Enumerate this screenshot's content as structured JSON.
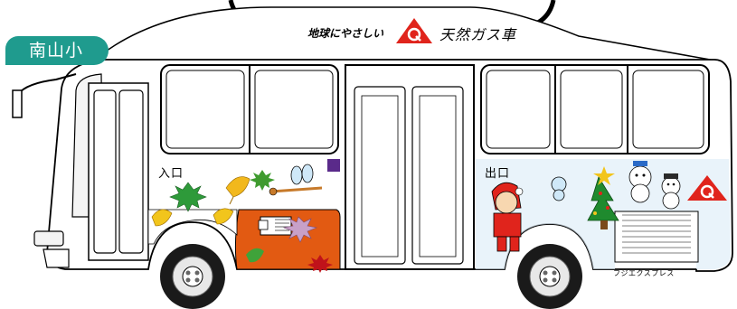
{
  "route_sign": {
    "text": "南山小",
    "color": "#1f9b8e"
  },
  "roof_banner": {
    "slogan": "地球にやさしい",
    "gas_text": "天然ガス車",
    "logo_letter": "Q",
    "logo_color": "#e0241c"
  },
  "doors": {
    "entry_label": "入口",
    "exit_label": "出口"
  },
  "manufacturer": "フジエクスプレス",
  "colors": {
    "leaf_panel": "#e25a12",
    "sky_panel": "#dfeef8",
    "tyre": "#1a1a1a",
    "body_outline": "#000000"
  },
  "decorations": {
    "left_side": [
      "maple-leaf-icon",
      "ginkgo-leaf-icon",
      "dragonfly-icon"
    ],
    "right_side": [
      "santa-icon",
      "christmas-tree-icon",
      "snowman-icon"
    ]
  }
}
